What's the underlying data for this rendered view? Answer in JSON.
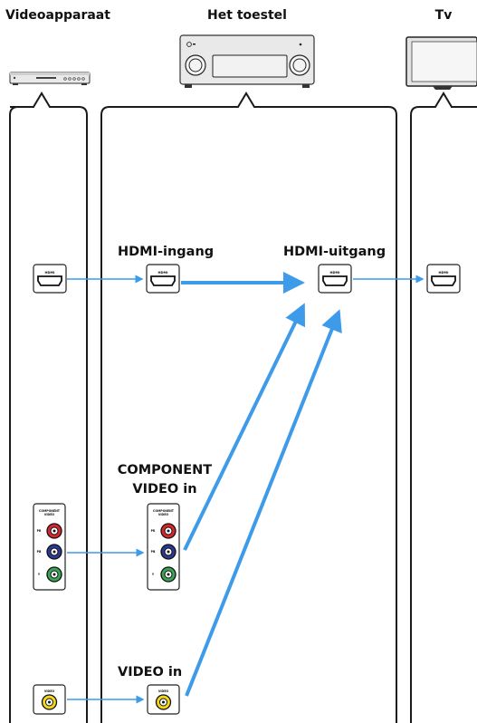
{
  "devices": {
    "video_player": "Videoapparaat",
    "receiver": "Het toestel",
    "tv": "Tv"
  },
  "labels": {
    "hdmi_in": "HDMI-ingang",
    "hdmi_out": "HDMI-uitgang",
    "component_line1": "COMPONENT",
    "component_line2": "VIDEO in",
    "video_in": "VIDEO in"
  },
  "jacks": {
    "hdmi": "HDMI",
    "component_title1": "COMPONENT",
    "component_title2": "VIDEO",
    "pr": "PR",
    "pb": "PB",
    "y": "Y",
    "video": "VIDEO"
  },
  "colors": {
    "arrow": "#3d9be9",
    "panel_stroke": "#1a1a1a",
    "pr_red": "#d8262e",
    "pb_blue": "#2b3990",
    "y_green": "#3aa655",
    "video_yellow": "#f2d61c"
  },
  "icons": [
    "video-player-icon",
    "av-receiver-icon",
    "tv-icon",
    "hdmi-port-icon",
    "rca-jack-icon"
  ]
}
